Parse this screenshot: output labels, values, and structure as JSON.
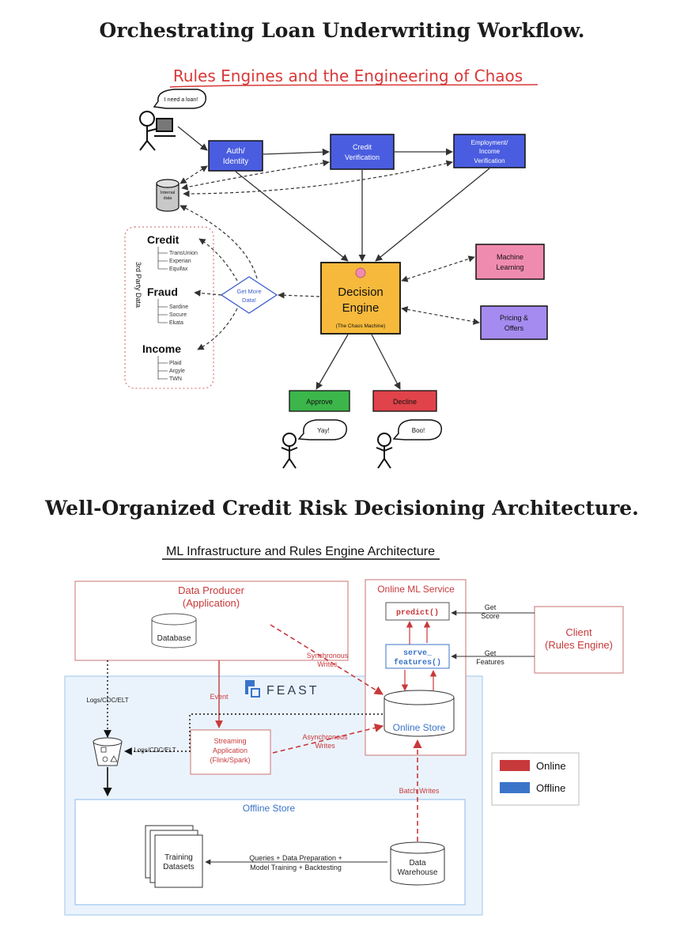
{
  "heading_top": "Orchestrating Loan Underwriting Workflow.",
  "heading_bottom": "Well-Organized Credit Risk Decisioning Architecture.",
  "sketch": {
    "title": "Rules Engines and the Engineering of Chaos",
    "user_speech": "I need a loan!",
    "auth_label": [
      "Auth/",
      "Identity"
    ],
    "credit_verification_label": [
      "Credit",
      "Verification"
    ],
    "employment_label": [
      "Employment/",
      "Income",
      "Verification"
    ],
    "internal_data_label": [
      "Internal",
      "data"
    ],
    "third_party_label": "3rd Party Data",
    "credit_group": {
      "title": "Credit",
      "items": [
        "TransUnion",
        "Experian",
        "Equifax"
      ]
    },
    "fraud_group": {
      "title": "Fraud",
      "items": [
        "Sardine",
        "Socure",
        "Ekata"
      ]
    },
    "income_group": {
      "title": "Income",
      "items": [
        "Plaid",
        "Argyle",
        "TWN"
      ]
    },
    "get_more_data": [
      "Get More",
      "Data!"
    ],
    "decision_engine": [
      "Decision",
      "Engine"
    ],
    "decision_engine_sub": "(The Chaos Machine)",
    "machine_learning": [
      "Machine",
      "Learning"
    ],
    "pricing_offers": [
      "Pricing &",
      "Offers"
    ],
    "approve": "Approve",
    "decline": "Decline",
    "yay": "Yay!",
    "boo": "Boo!",
    "colors": {
      "blue_box": "#4a5de0",
      "decision": "#f6b93b",
      "ml": "#f08bb0",
      "pricing": "#a58bf0",
      "approve": "#3cb64a",
      "decline": "#e0434a",
      "title_red": "#d93838"
    }
  },
  "arch": {
    "title": "ML Infrastructure and Rules Engine Architecture",
    "data_producer": [
      "Data Producer",
      "(Application)"
    ],
    "database": "Database",
    "online_ml_service": "Online ML Service",
    "predict": "predict()",
    "serve_features": [
      "serve_",
      "features()"
    ],
    "get_score": [
      "Get",
      "Score"
    ],
    "get_features": [
      "Get",
      "Features"
    ],
    "client": [
      "Client",
      "(Rules Engine)"
    ],
    "synchronous_writes": [
      "Synchronous",
      "Writes"
    ],
    "feast": "FEAST",
    "event": "Event",
    "logs_cdc_elt_1": "Logs/CDC/ELT",
    "logs_cdc_elt_2": "Logs/CDC/ELT",
    "streaming_app": [
      "Streaming",
      "Application",
      "(Flink/Spark)"
    ],
    "async_writes": [
      "Asynchronous",
      "Writes"
    ],
    "online_store": "Online Store",
    "batch_writes": "Batch Writes",
    "offline_store": "Offline Store",
    "training_datasets": [
      "Training",
      "Datasets"
    ],
    "queries": [
      "Queries + Data Preparation +",
      "Model Training + Backtesting"
    ],
    "data_warehouse": [
      "Data",
      "Warehouse"
    ],
    "legend_online": "Online",
    "legend_offline": "Offline",
    "colors": {
      "online": "#c8393b",
      "offline": "#3a74c9",
      "feast_bg": "#eaf3fc"
    }
  }
}
